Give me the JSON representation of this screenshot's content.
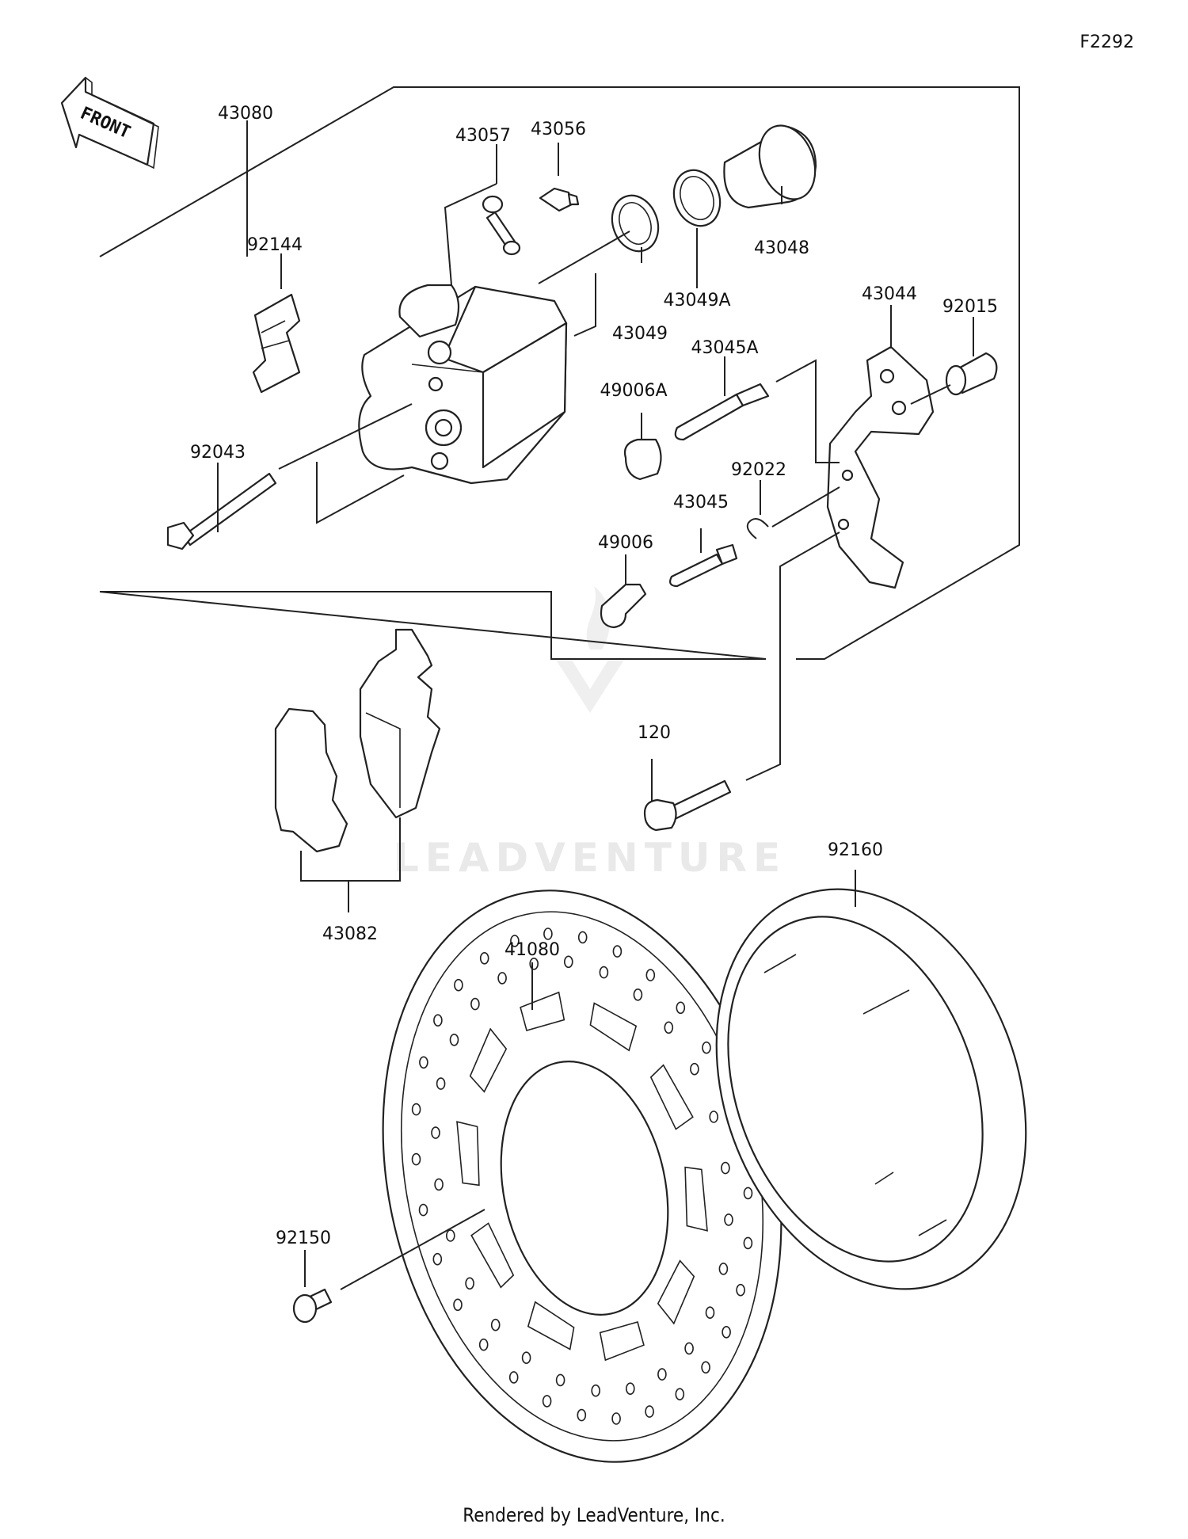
{
  "figure_code": "F2292",
  "front_arrow_text": "FRONT",
  "watermark_text": "LEADVENTURE",
  "footer_text": "Rendered by LeadVenture, Inc.",
  "part_labels": [
    "43080",
    "43057",
    "43056",
    "43048",
    "92144",
    "43049",
    "43049A",
    "43044",
    "92015",
    "43045A",
    "49006A",
    "92043",
    "92022",
    "43045",
    "49006",
    "120",
    "92160",
    "43082",
    "41080",
    "92150"
  ],
  "colors": {
    "line": "#222222",
    "text": "#111111",
    "watermark": "#e9e9e9"
  }
}
